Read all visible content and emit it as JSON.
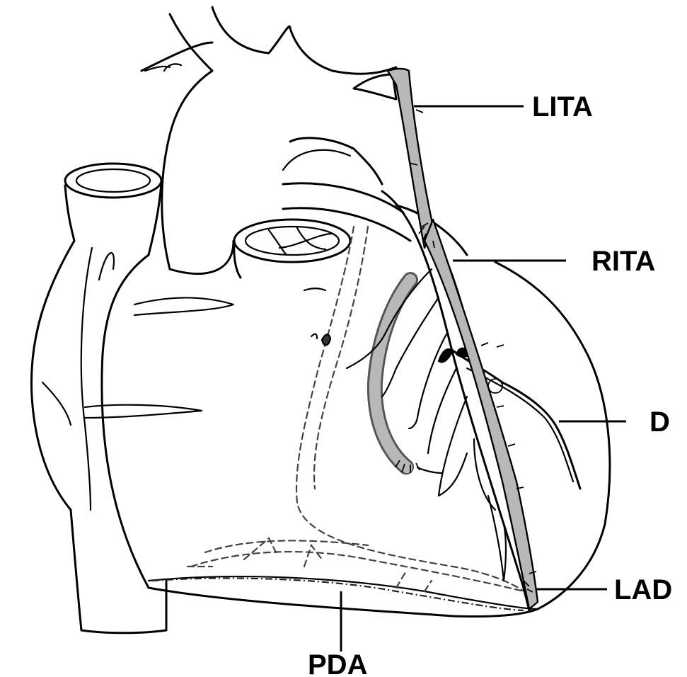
{
  "labels": {
    "lita": "LITA",
    "rita": "RITA",
    "d": "D",
    "lad": "LAD",
    "pda": "PDA"
  },
  "colors": {
    "graft_fill": "#b8b8b8",
    "line": "#000000",
    "background": "#ffffff"
  }
}
